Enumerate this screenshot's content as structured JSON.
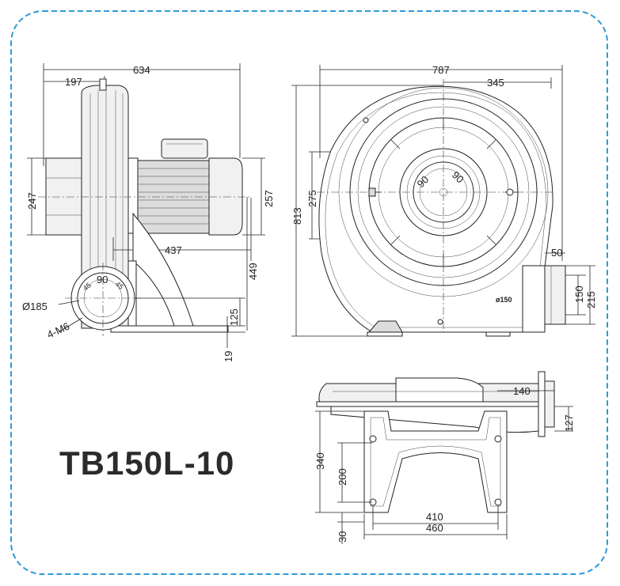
{
  "model": "TB150L-10",
  "colors": {
    "border": "#2f9ad6",
    "line": "#222222",
    "body_fill": "#dcdcdc"
  },
  "side_view": {
    "overall_length": "634",
    "inlet_offset": "197",
    "motor_height": "247",
    "motor_width": "257",
    "motor_length": "437",
    "center_height": "449",
    "flange_diameter": "Ø185",
    "flange_holes": "4-M6",
    "flange_height": "125",
    "base_thickness": "19",
    "angle_1": "45",
    "angle_2": "90",
    "angle_3": "45"
  },
  "front_view": {
    "overall_width": "787",
    "center_to_edge": "345",
    "overall_height": "813",
    "inlet_height": "275",
    "outlet_offset": "50",
    "outlet_inner": "150",
    "outlet_outer": "215",
    "outlet_label": "ø150",
    "angle_1": "90",
    "angle_2": "90"
  },
  "bottom_view": {
    "outlet_length": "140",
    "flange_width": "127",
    "base_depth": "340",
    "hole_spacing_depth": "200",
    "hole_offset": "30",
    "hole_spacing_width": "410",
    "base_width": "460"
  }
}
